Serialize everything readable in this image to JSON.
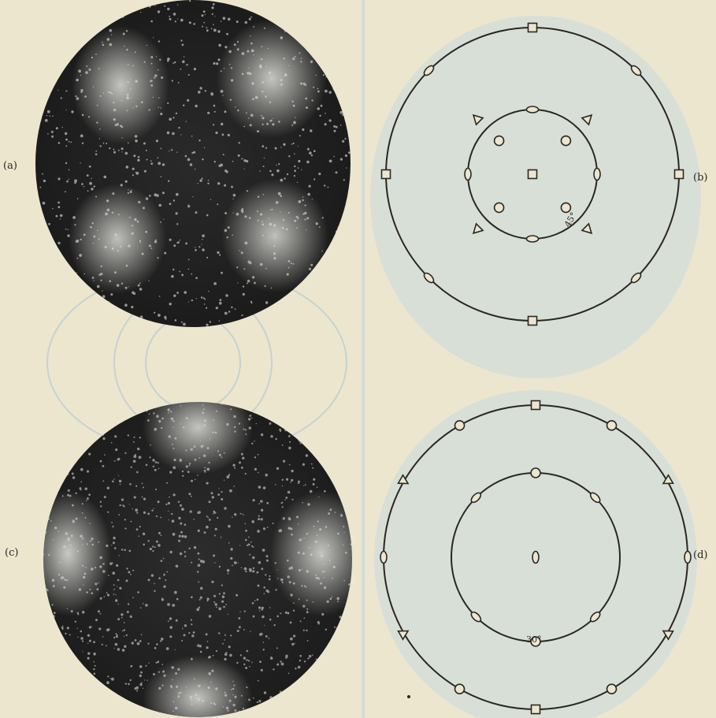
{
  "panels": {
    "a": {
      "label": "(a)"
    },
    "b": {
      "label": "(b)",
      "angle_label": "45°"
    },
    "c": {
      "label": "(c)"
    },
    "d": {
      "label": "(d)",
      "angle_label": "30°"
    }
  },
  "colors": {
    "paper": "#ece6cf",
    "ink": "#2a2723",
    "show_through": "#c9d8de"
  }
}
